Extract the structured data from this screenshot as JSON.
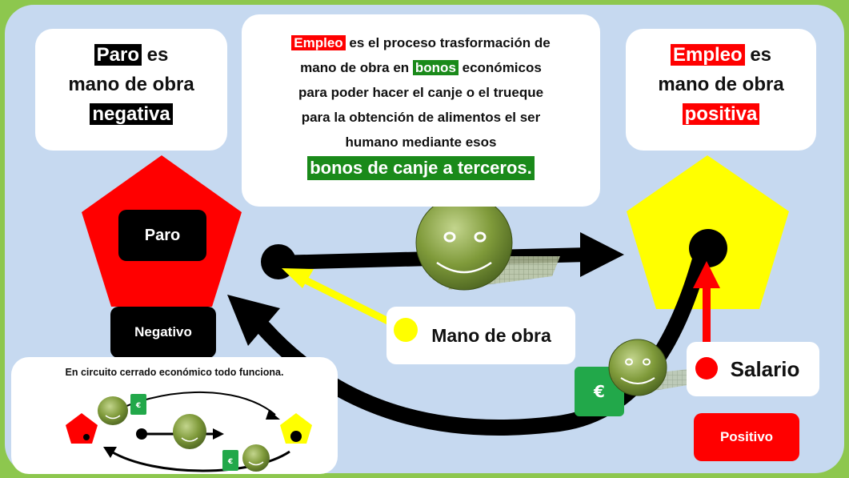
{
  "left_card": {
    "line1_hl": "Paro",
    "line1_rest": " es",
    "line2": "mano de obra",
    "line3_hl": "negativa"
  },
  "center_card": {
    "line1_hl": "Empleo",
    "line1_rest": " es el proceso trasformación de",
    "line2_pre": "mano de obra en ",
    "line2_hl": "bonos",
    "line2_post": " económicos",
    "line3": "para poder hacer el canje o el trueque",
    "line4": "para la obtención de alimentos el ser",
    "line5": "humano mediante esos",
    "line6_hl": "bonos de canje a terceros."
  },
  "right_card": {
    "line1_hl": "Empleo",
    "line1_rest": " es",
    "line2": "mano de obra",
    "line3_hl": "positiva"
  },
  "labels": {
    "paro": "Paro",
    "negativo": "Negativo",
    "mano_de_obra": "Mano de obra",
    "salario": "Salario",
    "positivo": "Positivo",
    "euro": "€"
  },
  "mini_diagram": {
    "caption": "En circuito cerrado económico todo funciona.",
    "euro": "€"
  },
  "colors": {
    "background_border": "#8dc74e",
    "panel": "#c6d9f0",
    "negative": "#ff0000",
    "positive": "#ffff00",
    "highlight_green": "#1a8a1a",
    "money_green": "#22a84a",
    "smiley": "#6f8a30",
    "hand_arrow": "#ffff00",
    "salary_arrow": "#ff0000"
  },
  "icons": [
    "smiley-face-icon",
    "euro-note-icon",
    "pentagon-shape"
  ]
}
